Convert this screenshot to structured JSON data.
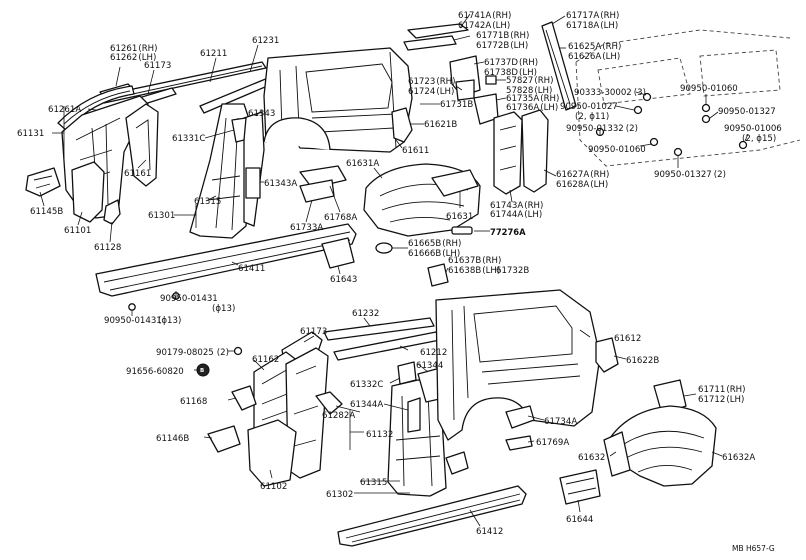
{
  "diagram": {
    "reference_code": "MB H657-G",
    "labels": {
      "l61741A": "61741A",
      "l61742A": "61742A",
      "l61771B": "61771B",
      "l61772B": "61772B",
      "l61717A": "61717A",
      "l61718A": "61718A",
      "l61625A": "61625A",
      "l61626A": "61626A",
      "l61261": "61261",
      "l61262": "61262",
      "l61211": "61211",
      "l61231": "61231",
      "l61173a": "61173",
      "l61261A": "61261A",
      "l61131": "61131",
      "l61145B": "61145B",
      "l61101": "61101",
      "l61128": "61128",
      "l61161": "61161",
      "l61331C": "61331C",
      "l61343": "61343",
      "l61343A": "61343A",
      "l61315a": "61315",
      "l61301": "61301",
      "l61733A": "61733A",
      "l61768A": "61768A",
      "l61611": "61611",
      "l61621B": "61621B",
      "l61731B": "61731B",
      "l61723": "61723",
      "l61724": "61724",
      "l61737D": "61737D",
      "l61738D": "61738D",
      "l57827": "57827",
      "l57828": "57828",
      "l61735A": "61735A",
      "l61736A": "61736A",
      "l90333": "90333-30002",
      "q3": "(3)",
      "l90950_01060a": "90950-01060",
      "l90950_01027": "90950-01027",
      "spec_2_11": "(2, ϕ11)",
      "l90950_01327a": "90950-01327",
      "l90950_01332": "90950-01332",
      "q2a": "(2)",
      "l90950_01060b": "90950-01060",
      "l90950_01006": "90950-01006",
      "spec_2_15": "(2, ϕ15)",
      "l90950_01327b": "90950-01327",
      "q2b": "(2)",
      "l61627A": "61627A",
      "l61628A": "61628A",
      "l61743A": "61743A",
      "l61744A": "61744A",
      "l61631a": "61631A",
      "l61631": "61631",
      "l77276A": "77276A",
      "l61665B": "61665B",
      "l61666B": "61666B",
      "l61643": "61643",
      "l61411": "61411",
      "l90950_01431a": "90950-01431",
      "spec_13a": "(ϕ13)",
      "l90950_01431b": "90950-01431",
      "spec_13b": "(ϕ13)",
      "l61637B": "61637B",
      "l61638B": "61638B",
      "l61732B": "61732B",
      "l61232": "61232",
      "l61173b": "61173",
      "l61612": "61612",
      "l61622B": "61622B",
      "l90179": "90179-08025",
      "q2c": "(2)",
      "l61162": "61162",
      "l61212": "61212",
      "l91656": "91656-60820",
      "l61344": "61344",
      "l61332C": "61332C",
      "l61282A": "61282A",
      "l61168": "61168",
      "l61344A": "61344A",
      "l61734A": "61734A",
      "l61711": "61711",
      "l61712": "61712",
      "l61146B": "61146B",
      "l61132": "61132",
      "l61769A": "61769A",
      "l61632": "61632",
      "l61632A": "61632A",
      "l61102": "61102",
      "l61315b": "61315",
      "l61302": "61302",
      "l61644": "61644",
      "l61412": "61412"
    },
    "suffixes": {
      "rh": "(RH)",
      "lh": "(LH)"
    },
    "marker_letter": "B"
  }
}
